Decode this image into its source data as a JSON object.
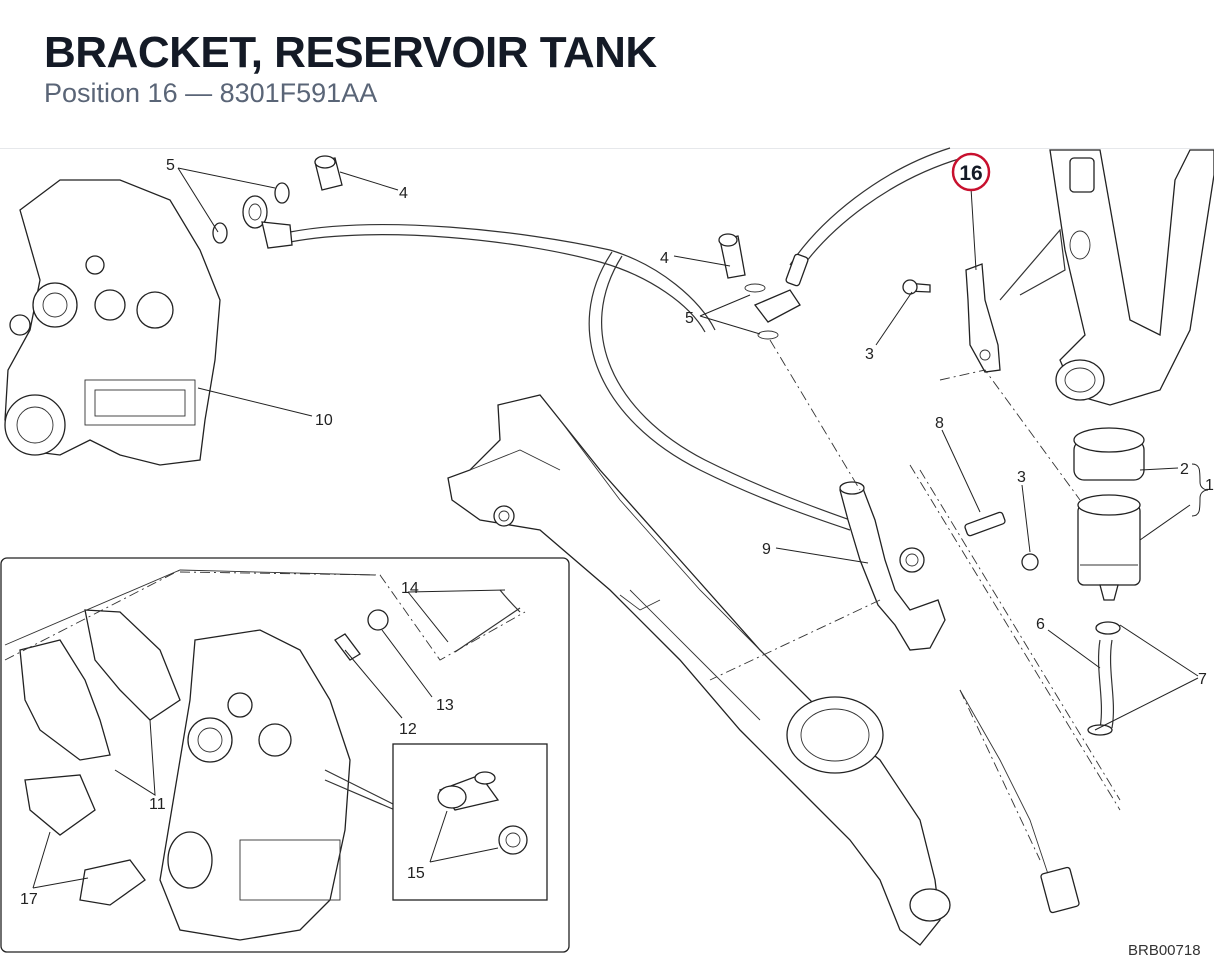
{
  "header": {
    "title": "BRACKET, RESERVOIR TANK",
    "subtitle": "Position 16 — 8301F591AA"
  },
  "diagram": {
    "highlighted_position": "16",
    "highlight_color": "#c8102e",
    "drawing_code": "BRB00718",
    "callouts": {
      "c1": "1",
      "c2": "2",
      "c3a": "3",
      "c3b": "3",
      "c4a": "4",
      "c4b": "4",
      "c5a": "5",
      "c5b": "5",
      "c6": "6",
      "c7": "7",
      "c8": "8",
      "c9": "9",
      "c10": "10",
      "c11": "11",
      "c12": "12",
      "c13": "13",
      "c14": "14",
      "c15": "15",
      "c17": "17"
    }
  }
}
